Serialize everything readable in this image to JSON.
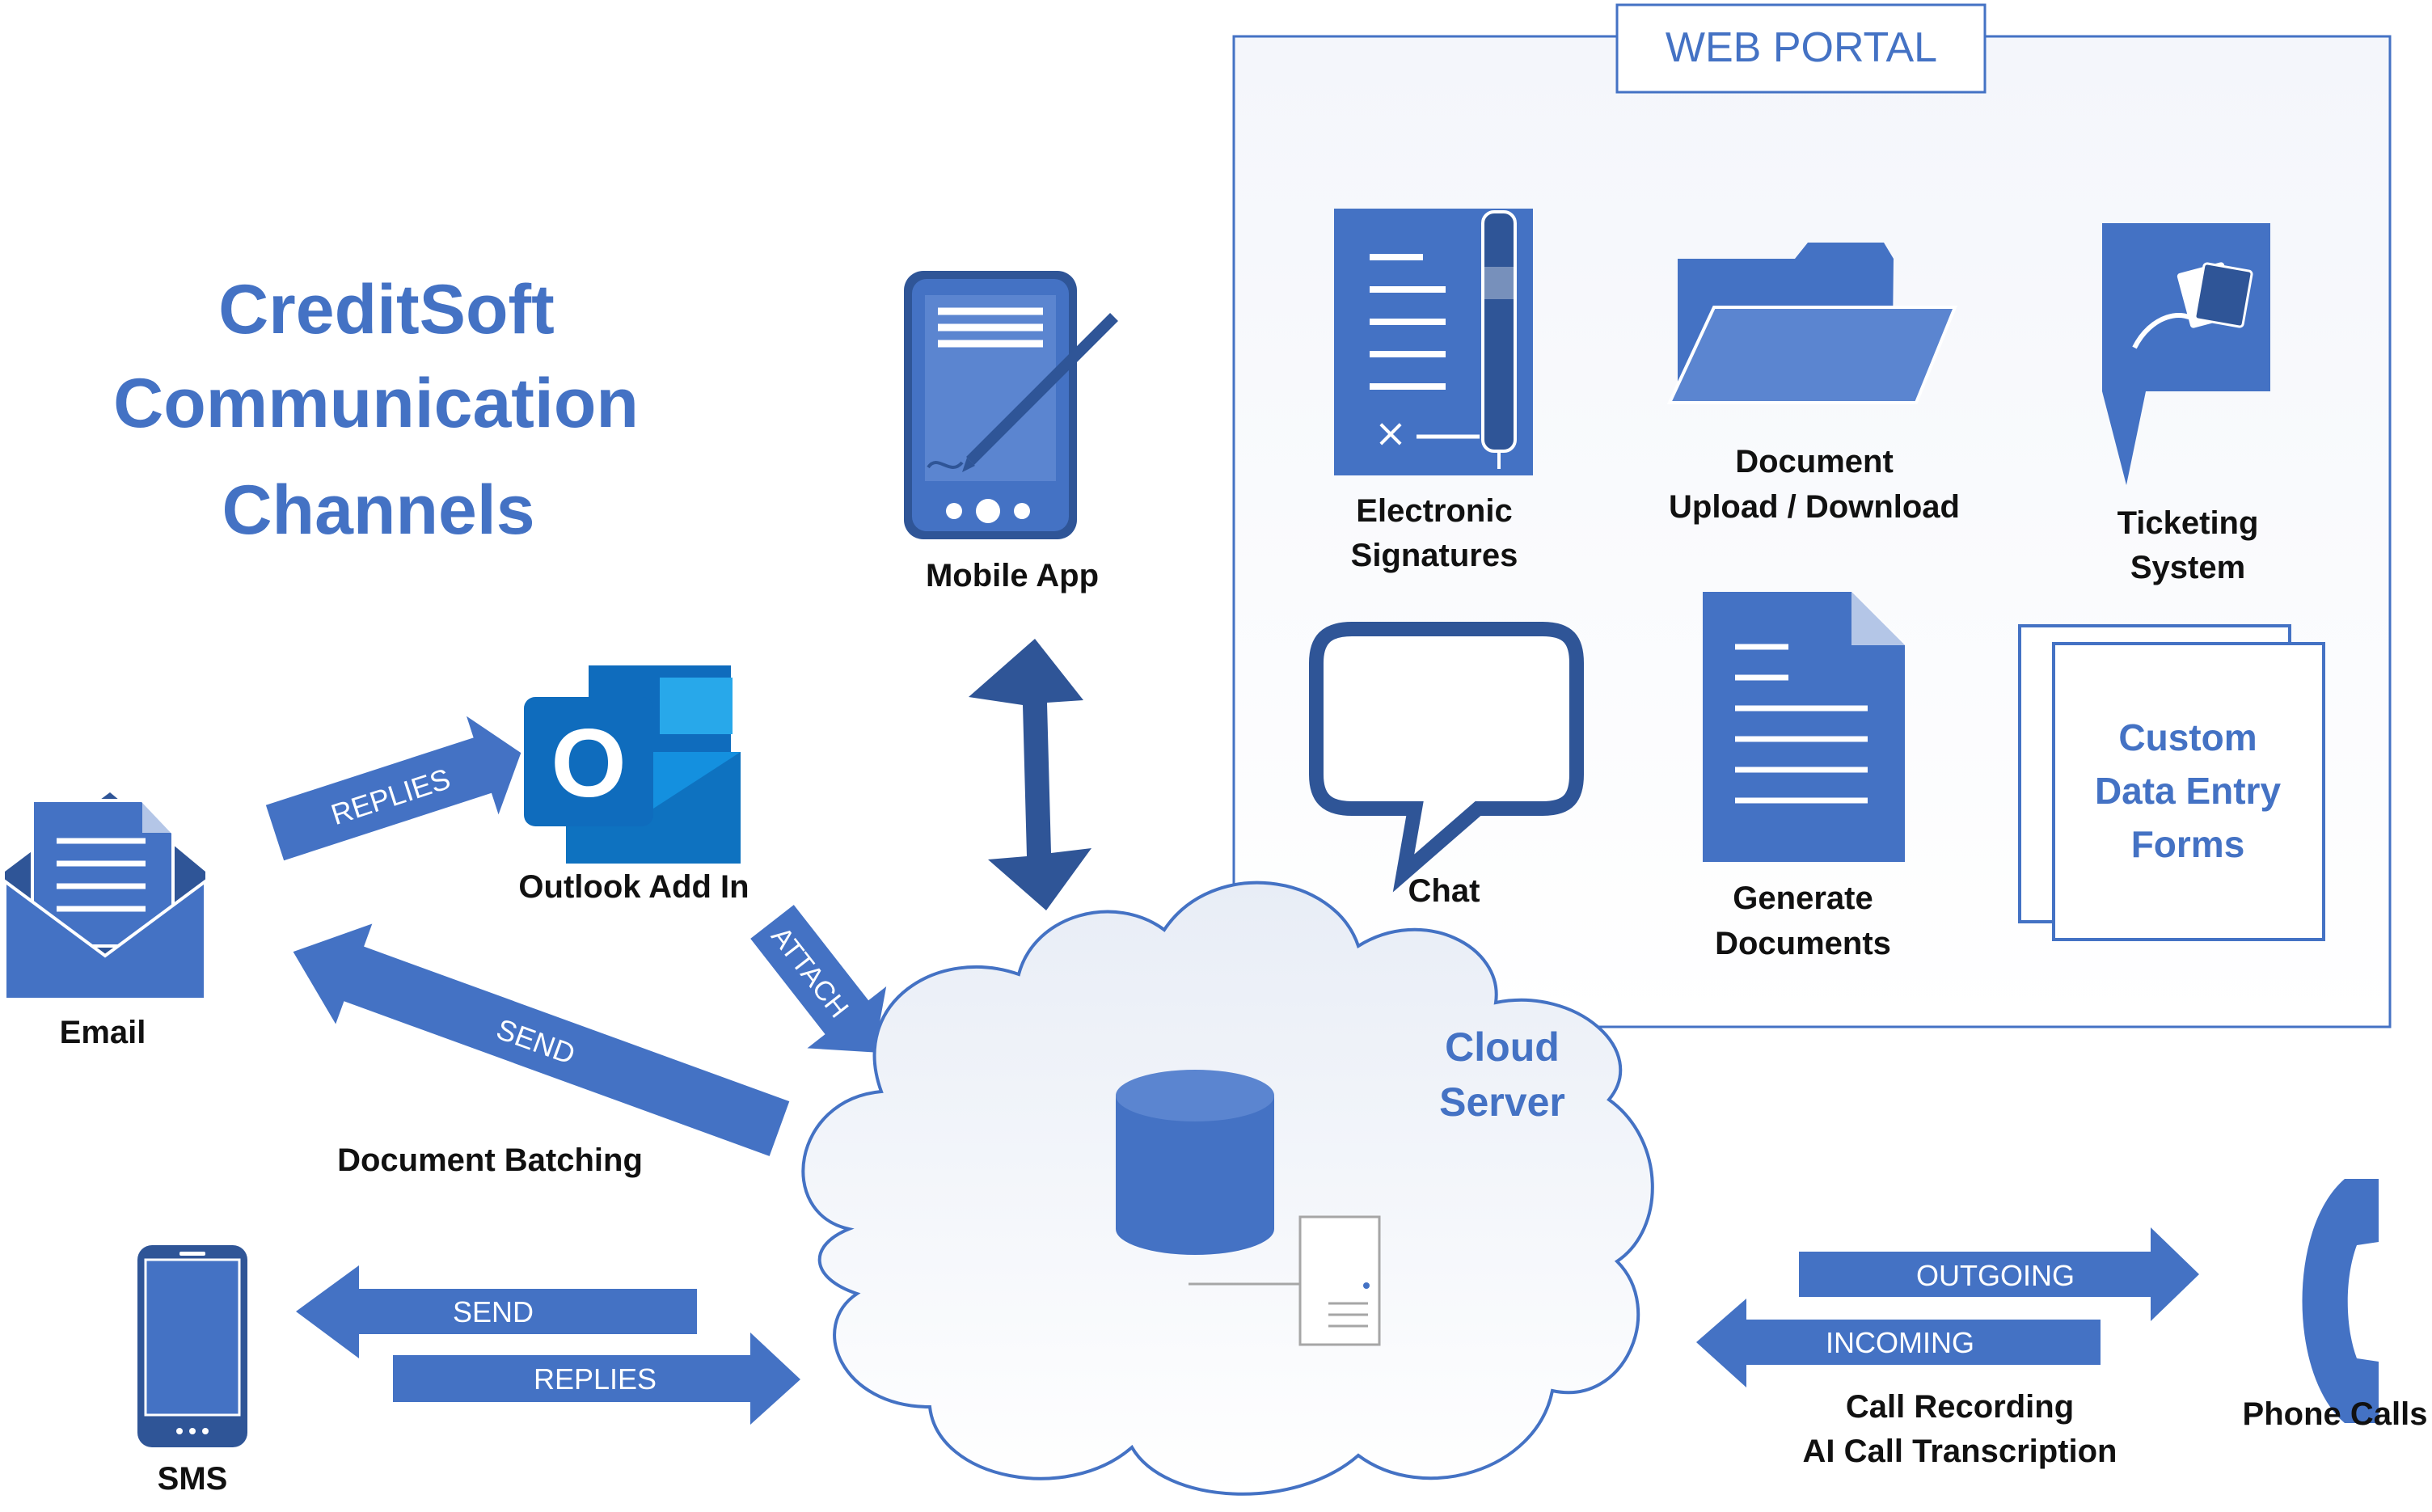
{
  "title": {
    "line1": "CreditSoft",
    "line2": "Communication",
    "line3": "Channels"
  },
  "web_portal": {
    "label": "WEB PORTAL",
    "items": {
      "esig_1": "Electronic",
      "esig_2": "Signatures",
      "doc_1": "Document",
      "doc_2": "Upload / Download",
      "ticket_1": "Ticketing",
      "ticket_2": "System",
      "chat": "Chat",
      "gen_1": "Generate",
      "gen_2": "Documents",
      "forms_1": "Custom",
      "forms_2": "Data Entry",
      "forms_3": "Forms"
    }
  },
  "channels": {
    "mobile": "Mobile App",
    "outlook": "Outlook Add In",
    "outlook_letter": "O",
    "email": "Email",
    "sms": "SMS",
    "phone": "Phone Calls",
    "cloud_1": "Cloud",
    "cloud_2": "Server",
    "batching": "Document Batching",
    "call_1": "Call Recording",
    "call_2": "AI Call Transcription"
  },
  "arrows": {
    "replies_email": "REPLIES",
    "attach": "ATTACH",
    "send_email": "SEND",
    "send_sms": "SEND",
    "replies_sms": "REPLIES",
    "outgoing": "OUTGOING",
    "incoming": "INCOMING"
  },
  "colors": {
    "primary": "#4472C4",
    "dark": "#2F5597",
    "outlook": "#0F6CBD"
  },
  "icons": [
    "tablet-pen-icon",
    "outlook-icon",
    "email-envelope-icon",
    "smartphone-icon",
    "phone-handset-icon",
    "database-icon",
    "server-icon",
    "signature-icon",
    "folder-icon",
    "ticket-icon",
    "chat-bubble-icon",
    "document-icon",
    "forms-icon"
  ]
}
